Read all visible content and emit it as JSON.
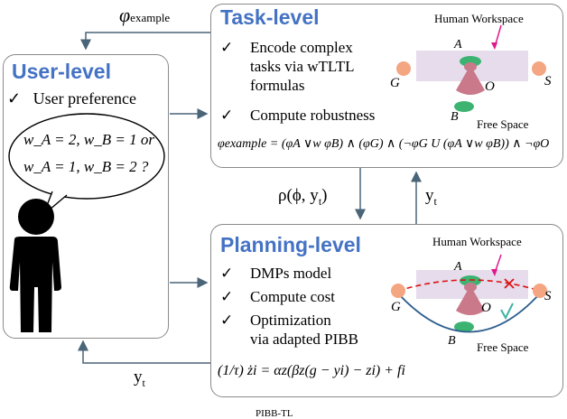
{
  "colors": {
    "title_blue": "#4472c4",
    "arrow": "#4a6478",
    "border": "#8a8a8a",
    "magenta": "#e0198c",
    "green_marker": "#3cb371",
    "orange_marker": "#f4a582",
    "robot_pink": "#c9798a",
    "workspace": "#e6dcec",
    "path_red": "#dd1111",
    "path_blue": "#2f5f8f",
    "check_teal": "#3cb3a5"
  },
  "top_feedback": {
    "label": "φ",
    "subscript": "example"
  },
  "user_panel": {
    "title": "User-level",
    "check_item": "User preference",
    "bubble_line1": "w_A = 2, w_B = 1 or",
    "bubble_line2": "w_A = 1, w_B = 2 ?"
  },
  "task_panel": {
    "title": "Task-level",
    "items": [
      {
        "check": "✓",
        "lines": [
          "Encode complex",
          "tasks via wTLTL",
          "formulas"
        ]
      },
      {
        "check": "✓",
        "lines": [
          "Compute robustness"
        ]
      }
    ],
    "formula": "φexample = (φA ∨w φB) ∧ (φG) ∧ (¬φG U (φA ∨w φB)) ∧ ¬φO",
    "workspace": {
      "human_label": "Human Workspace",
      "free_label": "Free Space",
      "A": "A",
      "B": "B",
      "G": "G",
      "S": "S",
      "O": "O"
    }
  },
  "planning_panel": {
    "title": "Planning-level",
    "items": [
      {
        "check": "✓",
        "lines": [
          "DMPs model"
        ]
      },
      {
        "check": "✓",
        "lines": [
          "Compute cost"
        ]
      },
      {
        "check": "✓",
        "lines": [
          "Optimization",
          "via adapted PIBB"
        ]
      }
    ],
    "formula": "(1/τ) żi = αz(βz(g − yi) − zi) + fi",
    "workspace": {
      "human_label": "Human Workspace",
      "free_label": "Free Space",
      "A": "A",
      "B": "B",
      "G": "G",
      "S": "S",
      "O": "O"
    }
  },
  "arrows": {
    "rho_label": "ρ(φ, y_t)",
    "y_up_label": "y_t",
    "y_bottom_label": "y_t"
  },
  "bottom_cut_text": "PIBB-TL"
}
